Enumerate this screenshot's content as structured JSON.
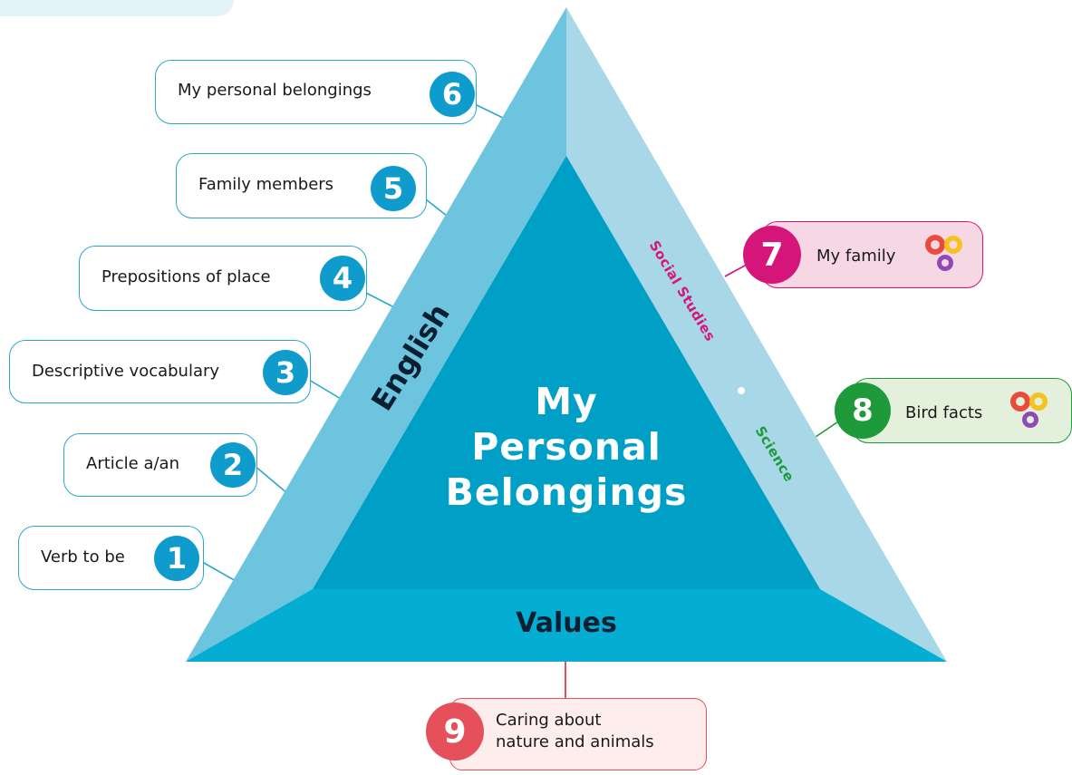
{
  "title": "My Personal Belongings",
  "title_lines": [
    "My",
    "Personal",
    "Belongings"
  ],
  "sides": {
    "left": "English",
    "right_top": "Social Studies",
    "right_bottom": "Science",
    "bottom": "Values"
  },
  "english_topics": [
    {
      "number": "6",
      "label": "My personal belongings"
    },
    {
      "number": "5",
      "label": "Family members"
    },
    {
      "number": "4",
      "label": "Prepositions of place"
    },
    {
      "number": "3",
      "label": "Descriptive vocabulary"
    },
    {
      "number": "2",
      "label": "Article a/an"
    },
    {
      "number": "1",
      "label": "Verb to be"
    }
  ],
  "right_topics": [
    {
      "number": "7",
      "label": "My family",
      "subject": "Social Studies",
      "icon": "gears-icon"
    },
    {
      "number": "8",
      "label": "Bird facts",
      "subject": "Science",
      "icon": "gears-icon"
    }
  ],
  "values_topic": {
    "number": "9",
    "line1": "Caring about",
    "line2": "nature and animals"
  },
  "colors": {
    "english_blue": "#0f9ccc",
    "social_pink": "#d5157a",
    "science_green": "#1e9a3a",
    "values_red": "#e5505a",
    "triangle_left": "#6cc4df",
    "triangle_right": "#a8d8e8",
    "triangle_center": "#00a0c6",
    "triangle_bottom": "#03aed2"
  }
}
